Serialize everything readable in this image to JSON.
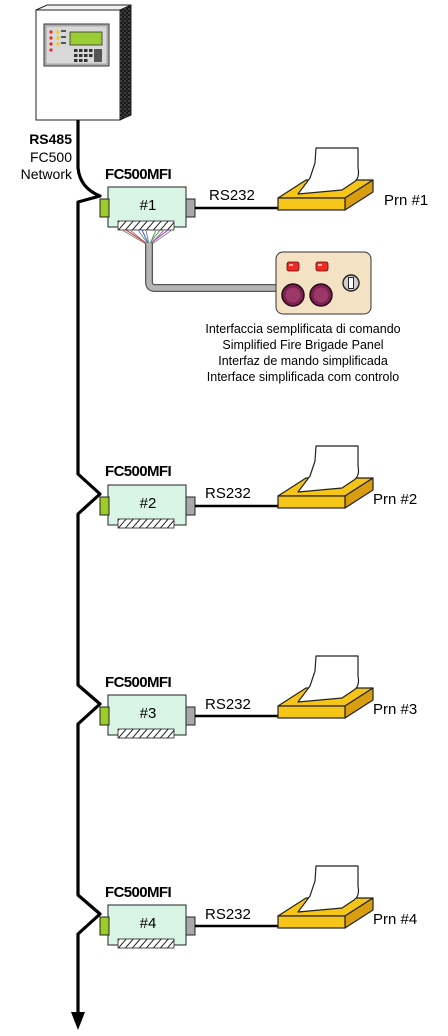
{
  "network": {
    "label_line1": "RS485",
    "label_line2": "FC500",
    "label_line3": "Network"
  },
  "modules": [
    {
      "title": "FC500MFI",
      "unit": "#1",
      "link": "RS232",
      "printer": "Prn #1"
    },
    {
      "title": "FC500MFI",
      "unit": "#2",
      "link": "RS232",
      "printer": "Prn #2"
    },
    {
      "title": "FC500MFI",
      "unit": "#3",
      "link": "RS232",
      "printer": "Prn #3"
    },
    {
      "title": "FC500MFI",
      "unit": "#4",
      "link": "RS232",
      "printer": "Prn #4"
    }
  ],
  "brigade_panel": {
    "captions": [
      "Interfaccia semplificata di comando",
      "Simplified Fire Brigade Panel",
      "Interfaz de mando simplificada",
      "Interface simplificada com controlo"
    ]
  },
  "colors": {
    "module_fill": "#d9f5e6",
    "connector_green": "#9ccc28",
    "connector_grey": "#a8a8a8",
    "printer_yellow": "#f5c518",
    "panel_beige": "#f3e2c4",
    "led_red": "#ee2a24",
    "button_purple": "#7a2150"
  }
}
